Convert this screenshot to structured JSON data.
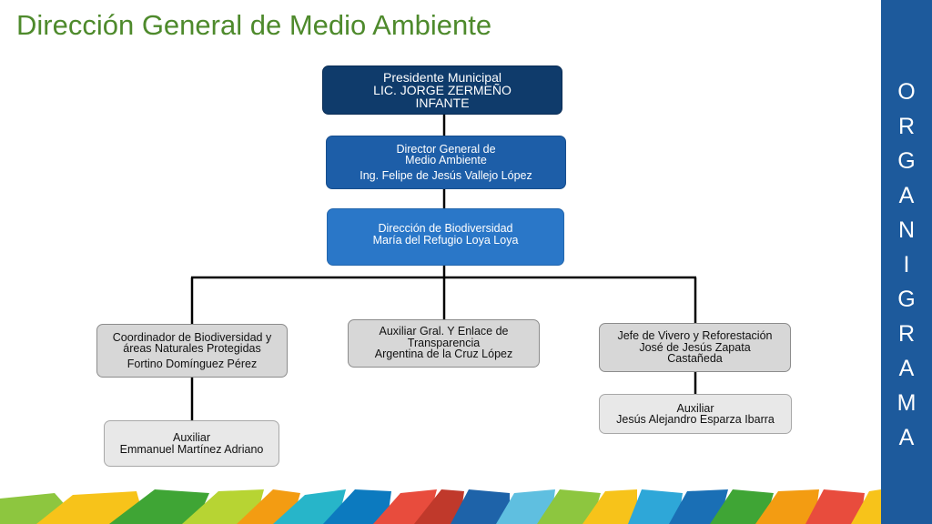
{
  "title": "Dirección General de Medio Ambiente",
  "side_label": [
    "O",
    "R",
    "G",
    "A",
    "N",
    "I",
    "G",
    "R",
    "A",
    "M",
    "A"
  ],
  "boxes": {
    "president": {
      "line1": "Presidente Municipal",
      "line2": "LIC. JORGE ZERMEÑO",
      "line3": "INFANTE"
    },
    "director": {
      "line1": "Director General de",
      "line2": "Medio Ambiente",
      "line3": "Ing. Felipe de Jesús Vallejo López"
    },
    "biodiversity": {
      "line1": "Dirección de Biodiversidad",
      "line2": "María del Refugio Loya Loya"
    },
    "coordinator": {
      "line1": "Coordinador de Biodiversidad y",
      "line2": "áreas Naturales Protegidas",
      "line3": "Fortino Domínguez Pérez"
    },
    "aux_general": {
      "line1": "Auxiliar Gral. Y Enlace de",
      "line2": "Transparencia",
      "line3": "Argentina de la Cruz López"
    },
    "nursery": {
      "line1": "Jefe de Vivero y Reforestación",
      "line2": "José de Jesús Zapata",
      "line3": "Castañeda"
    },
    "aux_left": {
      "line1": "Auxiliar",
      "line2": "Emmanuel Martínez Adriano"
    },
    "aux_right": {
      "line1": "Auxiliar",
      "line2": "Jesús Alejandro Esparza Ibarra"
    }
  },
  "colors": {
    "title": "#4e8a2c",
    "side_bar": "#1d5a9c",
    "president": "#0f3b6b",
    "director": "#1d5ea8",
    "biodiversity": "#2a77c8",
    "gray_box": "#d7d7d7"
  }
}
